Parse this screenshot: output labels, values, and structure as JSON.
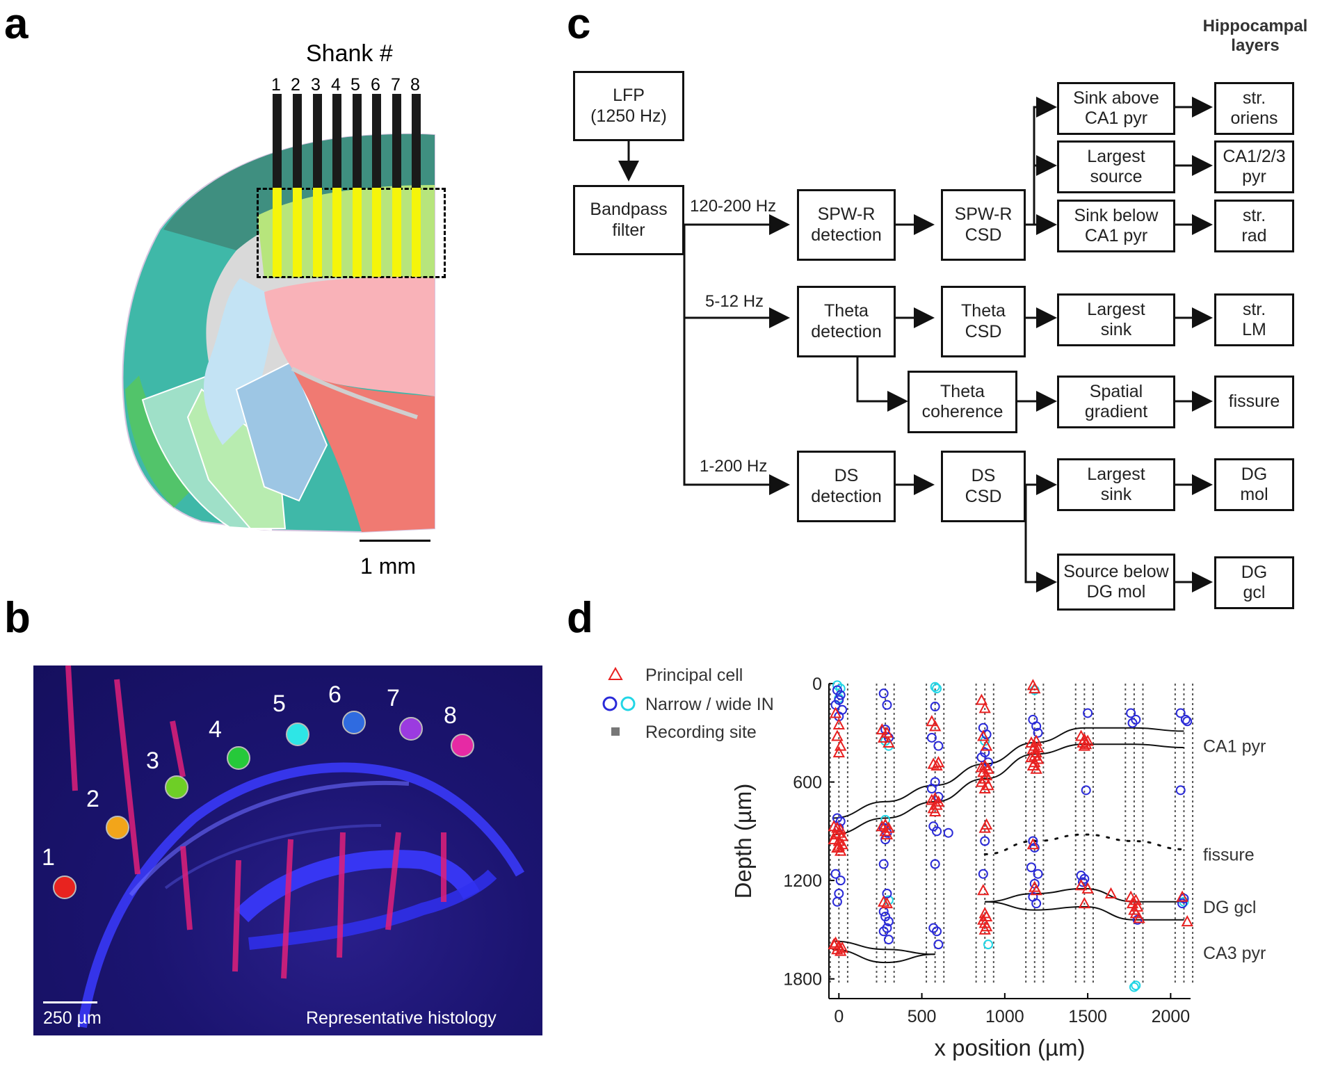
{
  "panels": {
    "a": "a",
    "b": "b",
    "c": "c",
    "d": "d"
  },
  "panel_a": {
    "title": "Shank #",
    "shank_numbers": [
      "1",
      "2",
      "3",
      "4",
      "5",
      "6",
      "7",
      "8"
    ],
    "scale_label": "1 mm"
  },
  "panel_b": {
    "site_numbers": [
      "1",
      "2",
      "3",
      "4",
      "5",
      "6",
      "7",
      "8"
    ],
    "site_colors": [
      "#e8231f",
      "#f2a51a",
      "#6ecf26",
      "#26c93a",
      "#2ee6e6",
      "#2f6be0",
      "#9b3be0",
      "#e62aa4"
    ],
    "scale_label": "250 µm",
    "caption": "Representative histology"
  },
  "panel_c": {
    "header": "Hippocampal\nlayers",
    "boxes": {
      "lfp": "LFP\n(1250 Hz)",
      "bandpass": "Bandpass\nfilter",
      "spwr_det": "SPW-R\ndetection",
      "spwr_csd": "SPW-R\nCSD",
      "theta_det": "Theta\ndetection",
      "theta_csd": "Theta\nCSD",
      "theta_coh": "Theta\ncoherence",
      "ds_det": "DS\ndetection",
      "ds_csd": "DS\nCSD",
      "sink_above": "Sink above\nCA1 pyr",
      "largest_source": "Largest\nsource",
      "sink_below": "Sink below\nCA1 pyr",
      "largest_sink_theta": "Largest\nsink",
      "spatial_gradient": "Spatial\ngradient",
      "largest_sink_ds": "Largest\nsink",
      "source_below": "Source below\nDG mol",
      "str_oriens": "str.\noriens",
      "ca123_pyr": "CA1/2/3\npyr",
      "str_rad": "str.\nrad",
      "str_lm": "str.\nLM",
      "fissure": "fissure",
      "dg_mol": "DG\nmol",
      "dg_gcl": "DG\ngcl"
    },
    "freq_labels": {
      "spwr": "120-200 Hz",
      "theta": "5-12 Hz",
      "ds": "1-200 Hz"
    }
  },
  "chart_data": {
    "type": "scatter",
    "xlabel": "x position (µm)",
    "ylabel": "Depth (µm)",
    "xlim": [
      -60,
      2120
    ],
    "ylim": [
      1920,
      0
    ],
    "y_inverted": true,
    "xticks": [
      0,
      500,
      1000,
      1500,
      2000
    ],
    "yticks": [
      0,
      600,
      1200,
      1800
    ],
    "grid": false,
    "legend_position": "top-left",
    "legend": [
      {
        "label": "Principal cell",
        "marker": "triangle",
        "color": "#e82020"
      },
      {
        "label": "Narrow / wide IN",
        "marker": "circle",
        "colors": [
          "#2a2ad8",
          "#22d6e6"
        ]
      },
      {
        "label": "Recording site",
        "marker": "square",
        "color": "#777777"
      }
    ],
    "shank_x": [
      0,
      280,
      580,
      880,
      1180,
      1480,
      1780,
      2080
    ],
    "layer_labels": [
      {
        "text": "CA1 pyr",
        "depth": 380
      },
      {
        "text": "fissure",
        "depth": 1040
      },
      {
        "text": "DG gcl",
        "depth": 1360
      },
      {
        "text": "CA3 pyr",
        "depth": 1640
      }
    ],
    "boundaries": [
      {
        "name": "CA1 pyr upper",
        "style": "solid",
        "points": [
          [
            -40,
            820
          ],
          [
            280,
            720
          ],
          [
            580,
            620
          ],
          [
            880,
            490
          ],
          [
            1180,
            360
          ],
          [
            1480,
            270
          ],
          [
            1780,
            270
          ],
          [
            2080,
            290
          ]
        ]
      },
      {
        "name": "CA1 pyr lower",
        "style": "solid",
        "points": [
          [
            -40,
            920
          ],
          [
            280,
            820
          ],
          [
            580,
            720
          ],
          [
            880,
            580
          ],
          [
            1180,
            430
          ],
          [
            1480,
            370
          ],
          [
            1780,
            370
          ],
          [
            2080,
            390
          ]
        ]
      },
      {
        "name": "fissure",
        "style": "dotted",
        "points": [
          [
            880,
            1040
          ],
          [
            1180,
            960
          ],
          [
            1480,
            920
          ],
          [
            1780,
            960
          ],
          [
            2080,
            1010
          ]
        ]
      },
      {
        "name": "DG gcl upper",
        "style": "solid",
        "points": [
          [
            880,
            1330
          ],
          [
            1180,
            1280
          ],
          [
            1480,
            1250
          ],
          [
            1780,
            1330
          ],
          [
            2080,
            1330
          ]
        ]
      },
      {
        "name": "DG gcl lower",
        "style": "solid",
        "points": [
          [
            880,
            1330
          ],
          [
            1180,
            1380
          ],
          [
            1480,
            1360
          ],
          [
            1780,
            1440
          ],
          [
            2080,
            1440
          ]
        ]
      },
      {
        "name": "CA3 pyr upper",
        "style": "solid",
        "points": [
          [
            -40,
            1570
          ],
          [
            280,
            1620
          ],
          [
            580,
            1650
          ]
        ]
      },
      {
        "name": "CA3 pyr lower",
        "style": "solid",
        "points": [
          [
            -40,
            1620
          ],
          [
            280,
            1700
          ],
          [
            580,
            1650
          ]
        ]
      }
    ],
    "principal_cells": [
      [
        -20,
        180
      ],
      [
        0,
        250
      ],
      [
        -10,
        320
      ],
      [
        10,
        380
      ],
      [
        0,
        420
      ],
      [
        -30,
        870
      ],
      [
        -10,
        880
      ],
      [
        10,
        890
      ],
      [
        0,
        910
      ],
      [
        -20,
        920
      ],
      [
        20,
        930
      ],
      [
        -30,
        950
      ],
      [
        0,
        960
      ],
      [
        20,
        980
      ],
      [
        -10,
        1000
      ],
      [
        10,
        1020
      ],
      [
        0,
        990
      ],
      [
        -20,
        1580
      ],
      [
        0,
        1600
      ],
      [
        20,
        1610
      ],
      [
        -10,
        1620
      ],
      [
        10,
        1630
      ],
      [
        -30,
        1590
      ],
      [
        260,
        280
      ],
      [
        290,
        300
      ],
      [
        270,
        330
      ],
      [
        300,
        360
      ],
      [
        280,
        860
      ],
      [
        260,
        870
      ],
      [
        300,
        880
      ],
      [
        280,
        900
      ],
      [
        290,
        920
      ],
      [
        270,
        1330
      ],
      [
        290,
        1340
      ],
      [
        560,
        230
      ],
      [
        580,
        260
      ],
      [
        600,
        480
      ],
      [
        570,
        490
      ],
      [
        590,
        500
      ],
      [
        580,
        700
      ],
      [
        560,
        710
      ],
      [
        600,
        720
      ],
      [
        590,
        740
      ],
      [
        570,
        760
      ],
      [
        580,
        780
      ],
      [
        860,
        100
      ],
      [
        880,
        150
      ],
      [
        870,
        320
      ],
      [
        890,
        380
      ],
      [
        880,
        500
      ],
      [
        860,
        510
      ],
      [
        900,
        520
      ],
      [
        870,
        540
      ],
      [
        890,
        560
      ],
      [
        880,
        580
      ],
      [
        860,
        600
      ],
      [
        900,
        620
      ],
      [
        880,
        640
      ],
      [
        890,
        860
      ],
      [
        880,
        880
      ],
      [
        870,
        1260
      ],
      [
        880,
        1400
      ],
      [
        890,
        1420
      ],
      [
        870,
        1440
      ],
      [
        880,
        1460
      ],
      [
        890,
        1480
      ],
      [
        880,
        1500
      ],
      [
        1170,
        10
      ],
      [
        1180,
        30
      ],
      [
        1190,
        350
      ],
      [
        1160,
        360
      ],
      [
        1180,
        380
      ],
      [
        1200,
        390
      ],
      [
        1170,
        400
      ],
      [
        1190,
        420
      ],
      [
        1180,
        440
      ],
      [
        1160,
        450
      ],
      [
        1200,
        460
      ],
      [
        1180,
        480
      ],
      [
        1170,
        500
      ],
      [
        1190,
        520
      ],
      [
        1170,
        980
      ],
      [
        1180,
        1240
      ],
      [
        1190,
        1260
      ],
      [
        1460,
        320
      ],
      [
        1480,
        340
      ],
      [
        1500,
        350
      ],
      [
        1470,
        360
      ],
      [
        1490,
        370
      ],
      [
        1480,
        380
      ],
      [
        1460,
        1230
      ],
      [
        1500,
        1250
      ],
      [
        1480,
        1340
      ],
      [
        1640,
        1280
      ],
      [
        1760,
        1300
      ],
      [
        1790,
        1320
      ],
      [
        1770,
        1340
      ],
      [
        1800,
        1360
      ],
      [
        1780,
        1380
      ],
      [
        1790,
        1400
      ],
      [
        1810,
        1430
      ],
      [
        2070,
        1300
      ],
      [
        2100,
        1450
      ]
    ],
    "narrow_in": [
      [
        -10,
        40
      ],
      [
        10,
        70
      ],
      [
        0,
        100
      ],
      [
        -20,
        130
      ],
      [
        20,
        160
      ],
      [
        0,
        200
      ],
      [
        -10,
        820
      ],
      [
        10,
        840
      ],
      [
        0,
        880
      ],
      [
        -20,
        1160
      ],
      [
        10,
        1200
      ],
      [
        0,
        1280
      ],
      [
        -10,
        1330
      ],
      [
        270,
        60
      ],
      [
        290,
        130
      ],
      [
        280,
        280
      ],
      [
        300,
        330
      ],
      [
        270,
        880
      ],
      [
        290,
        910
      ],
      [
        280,
        950
      ],
      [
        270,
        1100
      ],
      [
        290,
        1280
      ],
      [
        270,
        1390
      ],
      [
        280,
        1420
      ],
      [
        300,
        1450
      ],
      [
        290,
        1490
      ],
      [
        270,
        1510
      ],
      [
        300,
        1560
      ],
      [
        580,
        140
      ],
      [
        560,
        330
      ],
      [
        600,
        380
      ],
      [
        580,
        600
      ],
      [
        560,
        640
      ],
      [
        600,
        690
      ],
      [
        570,
        870
      ],
      [
        590,
        900
      ],
      [
        660,
        910
      ],
      [
        580,
        1100
      ],
      [
        570,
        1490
      ],
      [
        590,
        1510
      ],
      [
        600,
        1590
      ],
      [
        870,
        270
      ],
      [
        890,
        310
      ],
      [
        880,
        420
      ],
      [
        860,
        450
      ],
      [
        900,
        480
      ],
      [
        880,
        960
      ],
      [
        870,
        1160
      ],
      [
        1170,
        220
      ],
      [
        1190,
        260
      ],
      [
        1200,
        300
      ],
      [
        1170,
        960
      ],
      [
        1180,
        1000
      ],
      [
        1160,
        1120
      ],
      [
        1200,
        1160
      ],
      [
        1180,
        1220
      ],
      [
        1170,
        1300
      ],
      [
        1190,
        1340
      ],
      [
        1460,
        1170
      ],
      [
        1480,
        1190
      ],
      [
        1470,
        1210
      ],
      [
        1490,
        650
      ],
      [
        1500,
        180
      ],
      [
        1760,
        180
      ],
      [
        1790,
        220
      ],
      [
        1770,
        240
      ],
      [
        1800,
        1440
      ],
      [
        2060,
        180
      ],
      [
        2090,
        220
      ],
      [
        2100,
        230
      ],
      [
        2060,
        650
      ],
      [
        2080,
        1310
      ],
      [
        2070,
        1340
      ]
    ],
    "wide_in": [
      [
        -10,
        10
      ],
      [
        10,
        30
      ],
      [
        0,
        90
      ],
      [
        280,
        350
      ],
      [
        300,
        380
      ],
      [
        580,
        20
      ],
      [
        590,
        30
      ],
      [
        880,
        350
      ],
      [
        900,
        1590
      ],
      [
        1180,
        40
      ],
      [
        1780,
        1850
      ],
      [
        1790,
        1840
      ],
      [
        2080,
        1330
      ],
      [
        300,
        1320
      ],
      [
        280,
        830
      ]
    ]
  },
  "panel_d_scale": {
    "dummy": ""
  }
}
